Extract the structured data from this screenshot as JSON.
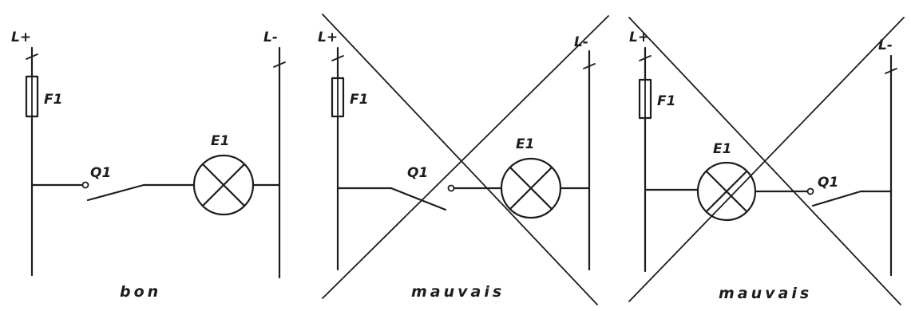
{
  "panels": [
    {
      "labels": {
        "l_plus": "L+",
        "l_minus": "L-",
        "fuse": "F1",
        "lamp": "E1",
        "switch": "Q1"
      },
      "caption": "bon",
      "crossed_out": false
    },
    {
      "labels": {
        "l_plus": "L+",
        "l_minus": "L-",
        "fuse": "F1",
        "lamp": "E1",
        "switch": "Q1"
      },
      "caption": "mauvais",
      "crossed_out": true
    },
    {
      "labels": {
        "l_plus": "L+",
        "l_minus": "L-",
        "fuse": "F1",
        "lamp": "E1",
        "switch": "Q1"
      },
      "caption": "mauvais",
      "crossed_out": true
    }
  ],
  "colors": {
    "ink": "#1d1d1d",
    "background": "#ffffff"
  }
}
